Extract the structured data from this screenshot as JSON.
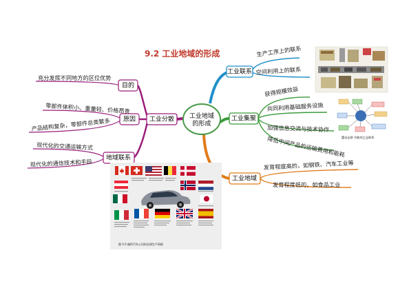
{
  "title": "9.2 工业地域的形成",
  "center": "工业地域\n的形成",
  "branches": {
    "industry_link": {
      "label": "工业联系",
      "color": "#1f8fc9",
      "items": [
        "生产工序上的联系",
        "空间利用上的联系"
      ]
    },
    "agglomeration": {
      "label": "工业集聚",
      "color": "#3a9a3a",
      "items": [
        "获得规模效益",
        "共同利用基础服务设施",
        "加强信息交流与技术协作",
        "降低中间产品的运输费用和能耗"
      ]
    },
    "region": {
      "label": "工业地域",
      "color": "#e07b18",
      "items": [
        "发育程度高的，如钢铁、汽车工业等",
        "发育程度低的，如食品工业"
      ]
    },
    "dispersion": {
      "label": "工业分散",
      "color": "#9a1c7a",
      "sub": {
        "purpose": {
          "label": "目的",
          "items": [
            "充分发挥不同地方的区位优势"
          ]
        },
        "reason": {
          "label": "原因",
          "items": [
            "零部件体积小、重量轻、价格昂贵",
            "产品结构复杂，零部件总类繁多"
          ]
        },
        "link": {
          "label": "地域联系",
          "items": [
            "现代化的交通运输方式",
            "现代化的通信技术和手段"
          ]
        }
      }
    }
  },
  "figure_right_caption": "蕾丝业群 节能的工业联系",
  "figure_car_caption": "图 9.9  福特汽车公司的全球生产网络",
  "colors": {
    "title": "#c0392b",
    "center_border": "#4a9a4a"
  }
}
